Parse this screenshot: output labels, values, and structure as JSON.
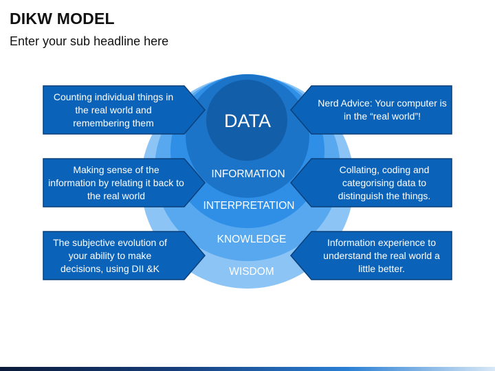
{
  "header": {
    "title": "DIKW MODEL",
    "subtitle": "Enter your sub headline here"
  },
  "layers": [
    {
      "label": "DATA",
      "color": "#135ea8"
    },
    {
      "label": "INFORMATION",
      "color": "#1c74c9"
    },
    {
      "label": "INTERPRETATION",
      "color": "#2f8fe6"
    },
    {
      "label": "KNOWLEDGE",
      "color": "#57a8ef"
    },
    {
      "label": "WISDOM",
      "color": "#8cc4f5"
    }
  ],
  "callouts": {
    "left": [
      "Counting individual things in the real world and remembering them",
      "Making sense of the information by relating it back to the real world",
      "The subjective evolution of your ability to make decisions, using DII &K"
    ],
    "right": [
      "Nerd Advice: Your computer is in the “real world”!",
      "Collating, coding and categorising data to distinguish the things.",
      "Information experience to understand the real world a little better."
    ]
  },
  "colors": {
    "box_fill": "#0b63b9",
    "box_border": "#0a3f7a"
  }
}
